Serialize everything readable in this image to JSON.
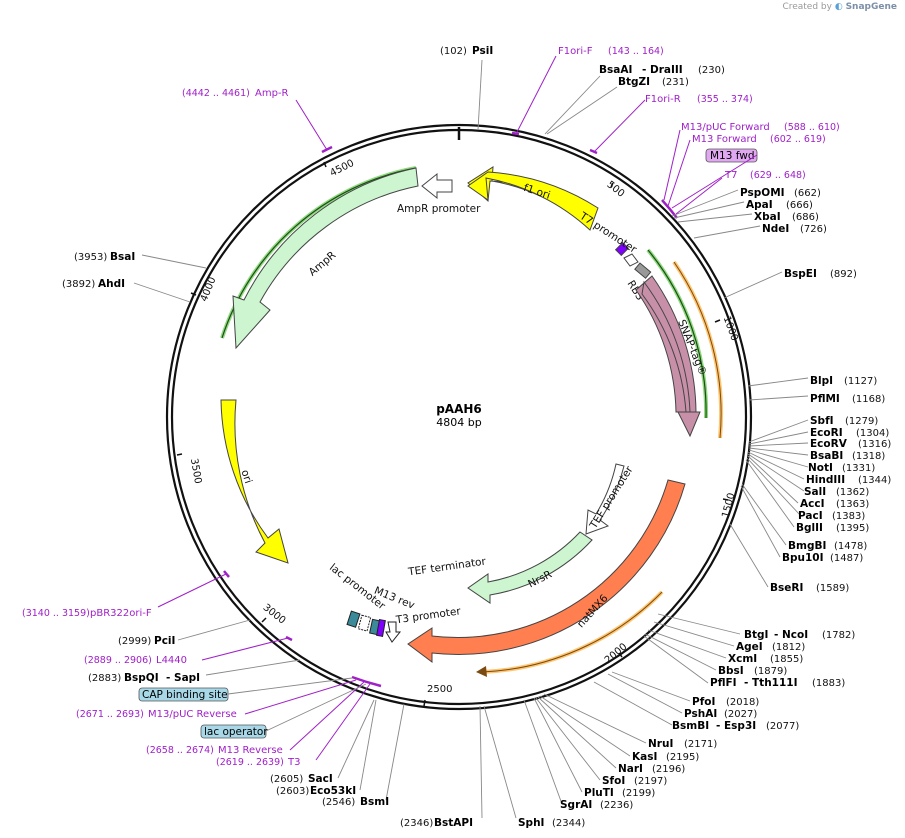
{
  "app": {
    "credit_prefix": "Created by",
    "brand": "SnapGene"
  },
  "plasmid": {
    "name": "pAAH6",
    "length": "4804 bp"
  },
  "ticks": [
    "500",
    "1000",
    "1500",
    "2000",
    "2500",
    "3000",
    "3500",
    "4000",
    "4500"
  ],
  "features": [
    {
      "label": "f1 ori",
      "color": "#ffff00"
    },
    {
      "label": "AmpR promoter",
      "color": "#ffffff"
    },
    {
      "label": "AmpR",
      "color": "#ccf5d0"
    },
    {
      "label": "ori",
      "color": "#ffff00"
    },
    {
      "label": "T7 promoter",
      "color": "#ffffff"
    },
    {
      "label": "RBS",
      "color": "#999999"
    },
    {
      "label": "SNAP-tag®",
      "color": "#c890a8"
    },
    {
      "label": "TEF promoter",
      "color": "#ffffff"
    },
    {
      "label": "NrsR",
      "color": "#ccf5d0"
    },
    {
      "label": "natMX6",
      "color": "#ff7f50"
    },
    {
      "label": "TEF terminator",
      "color": "#ffffff"
    },
    {
      "label": "lac promoter",
      "color": "#ffffff"
    },
    {
      "label": "M13 rev",
      "color": "#8000ff"
    },
    {
      "label": "T3 promoter",
      "color": "#ffffff"
    }
  ],
  "enzymes": [
    {
      "name": "PsiI",
      "pos": "(102)"
    },
    {
      "name": "BsaAI",
      "name2": "- DraIII",
      "pos": "(230)"
    },
    {
      "name": "BtgZI",
      "pos": "(231)"
    },
    {
      "name": "PspOMI",
      "pos": "(662)"
    },
    {
      "name": "ApaI",
      "pos": "(666)"
    },
    {
      "name": "XbaI",
      "pos": "(686)"
    },
    {
      "name": "NdeI",
      "pos": "(726)"
    },
    {
      "name": "BspEI",
      "pos": "(892)"
    },
    {
      "name": "BlpI",
      "pos": "(1127)"
    },
    {
      "name": "PflMI",
      "pos": "(1168)"
    },
    {
      "name": "SbfI",
      "pos": "(1279)"
    },
    {
      "name": "EcoRI",
      "pos": "(1304)"
    },
    {
      "name": "EcoRV",
      "pos": "(1316)"
    },
    {
      "name": "BsaBI",
      "pos": "(1318)"
    },
    {
      "name": "NotI",
      "pos": "(1331)"
    },
    {
      "name": "HindIII",
      "pos": "(1344)"
    },
    {
      "name": "SalI",
      "pos": "(1362)"
    },
    {
      "name": "AccI",
      "pos": "(1363)"
    },
    {
      "name": "PacI",
      "pos": "(1383)"
    },
    {
      "name": "BglII",
      "pos": "(1395)"
    },
    {
      "name": "BmgBI",
      "pos": "(1478)"
    },
    {
      "name": "Bpu10I",
      "pos": "(1487)"
    },
    {
      "name": "BseRI",
      "pos": "(1589)"
    },
    {
      "name": "BtgI",
      "name2": "- NcoI",
      "pos": "(1782)"
    },
    {
      "name": "AgeI",
      "pos": "(1812)"
    },
    {
      "name": "XcmI",
      "pos": "(1855)"
    },
    {
      "name": "BbsI",
      "pos": "(1879)"
    },
    {
      "name": "PflFI",
      "name2": "- Tth111I",
      "pos": "(1883)"
    },
    {
      "name": "PfoI",
      "pos": "(2018)"
    },
    {
      "name": "PshAI",
      "pos": "(2027)"
    },
    {
      "name": "BsmBI",
      "name2": "- Esp3I",
      "pos": "(2077)"
    },
    {
      "name": "NruI",
      "pos": "(2171)"
    },
    {
      "name": "KasI",
      "pos": "(2195)"
    },
    {
      "name": "NarI",
      "pos": "(2196)"
    },
    {
      "name": "SfoI",
      "pos": "(2197)"
    },
    {
      "name": "PluTI",
      "pos": "(2199)"
    },
    {
      "name": "SgrAI",
      "pos": "(2236)"
    },
    {
      "name": "SphI",
      "pos": "(2344)"
    },
    {
      "name": "BstAPI",
      "pos": "(2346)"
    },
    {
      "name": "BsmI",
      "pos": "(2546)"
    },
    {
      "name": "Eco53kI",
      "pos": "(2603)"
    },
    {
      "name": "SacI",
      "pos": "(2605)"
    },
    {
      "name": "BspQI",
      "name2": "- SapI",
      "pos": "(2883)"
    },
    {
      "name": "PciI",
      "pos": "(2999)"
    },
    {
      "name": "AhdI",
      "pos": "(3892)"
    },
    {
      "name": "BsaI",
      "pos": "(3953)"
    }
  ],
  "primers": [
    {
      "name": "F1ori-F",
      "pos": "(143 .. 164)"
    },
    {
      "name": "F1ori-R",
      "pos": "(355 .. 374)"
    },
    {
      "name": "M13/pUC Forward",
      "pos": "(588 .. 610)"
    },
    {
      "name": "M13 Forward",
      "pos": "(602 .. 619)"
    },
    {
      "name": "T7",
      "pos": "(629 .. 648)"
    },
    {
      "name": "Amp-R",
      "pos": "(4442 .. 4461)"
    },
    {
      "name": "pBR322ori-F",
      "pos": "(3140 .. 3159)"
    },
    {
      "name": "L4440",
      "pos": "(2889 .. 2906)"
    },
    {
      "name": "M13/pUC Reverse",
      "pos": "(2671 .. 2693)"
    },
    {
      "name": "M13 Reverse",
      "pos": "(2658 .. 2674)"
    },
    {
      "name": "T3",
      "pos": "(2619 .. 2639)"
    }
  ],
  "boxes": [
    {
      "label": "M13 fwd",
      "color": "#e0a8f0"
    },
    {
      "label": "CAP binding site",
      "color": "#a8d8e8"
    },
    {
      "label": "lac operator",
      "color": "#a8d8e8"
    }
  ]
}
